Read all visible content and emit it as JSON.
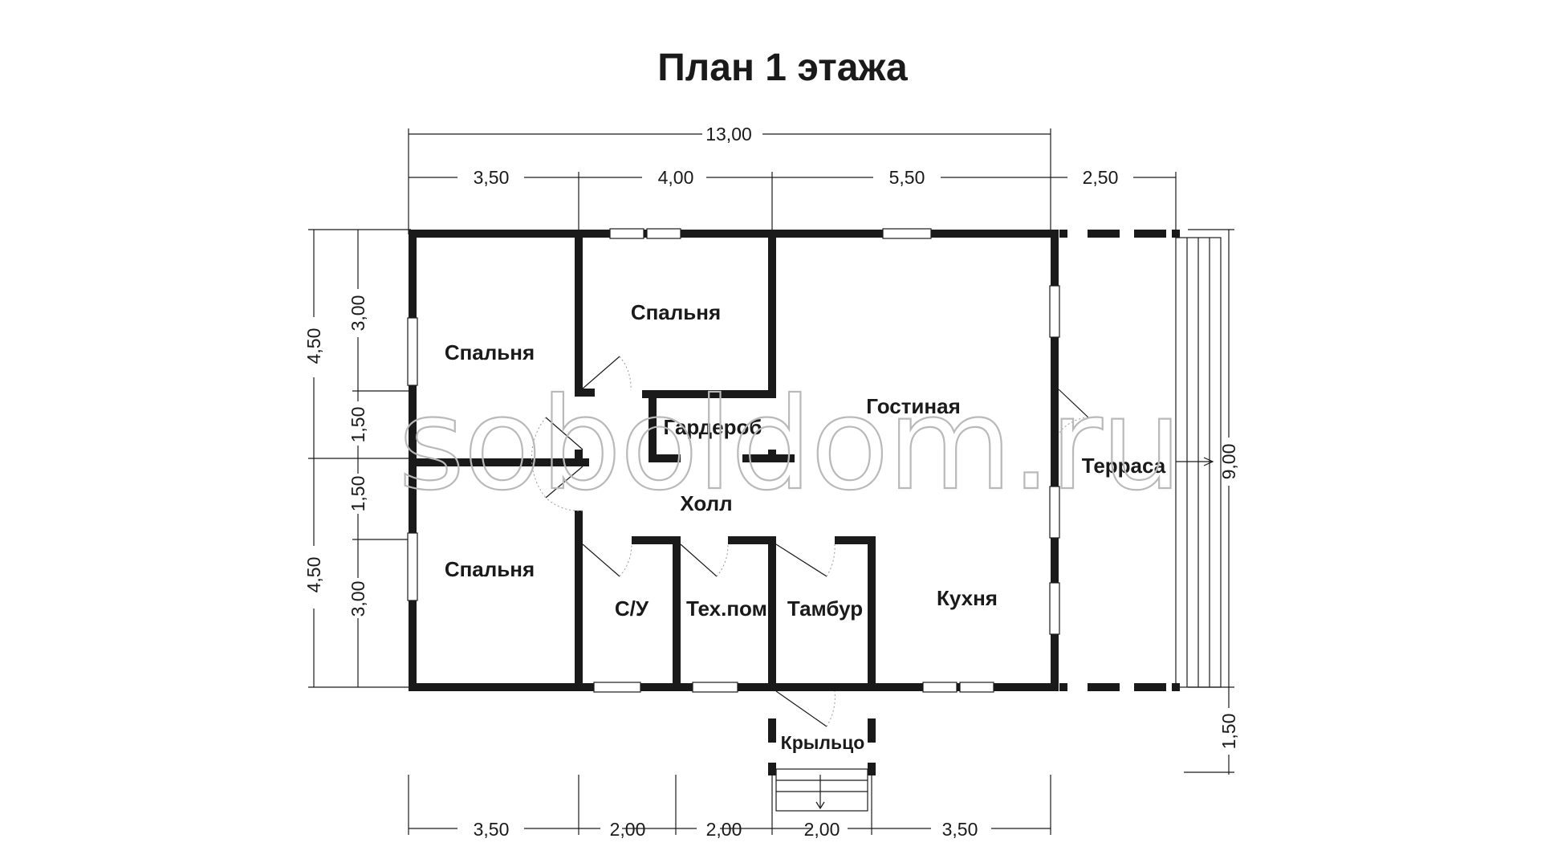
{
  "title": "План 1 этажа",
  "watermark": "soboldom.ru",
  "rooms": {
    "bedroom_top_left": "Спальня",
    "bedroom_top_middle": "Спальня",
    "bedroom_bottom_left": "Спальня",
    "living_room": "Гостиная",
    "wardrobe": "Гардероб",
    "hall": "Холл",
    "bathroom": "С/У",
    "utility_room": "Тех.пом.",
    "vestibule": "Тамбур",
    "kitchen": "Кухня",
    "terrace": "Терраса",
    "porch": "Крыльцо"
  },
  "dimensions": {
    "top_total": "13,00",
    "top_segments": [
      "3,50",
      "4,00",
      "5,50",
      "2,50"
    ],
    "bottom_segments": [
      "3,50",
      "2,00",
      "2,00",
      "2,00",
      "3,50"
    ],
    "left_outer": [
      "4,50",
      "4,50"
    ],
    "left_inner": [
      "3,00",
      "1,50",
      "1,50",
      "3,00"
    ],
    "right_total": "9,00",
    "right_porch": "1,50"
  },
  "colors": {
    "wall": "#1a1a1a",
    "background": "#ffffff",
    "watermark": "#b9b9b9"
  }
}
